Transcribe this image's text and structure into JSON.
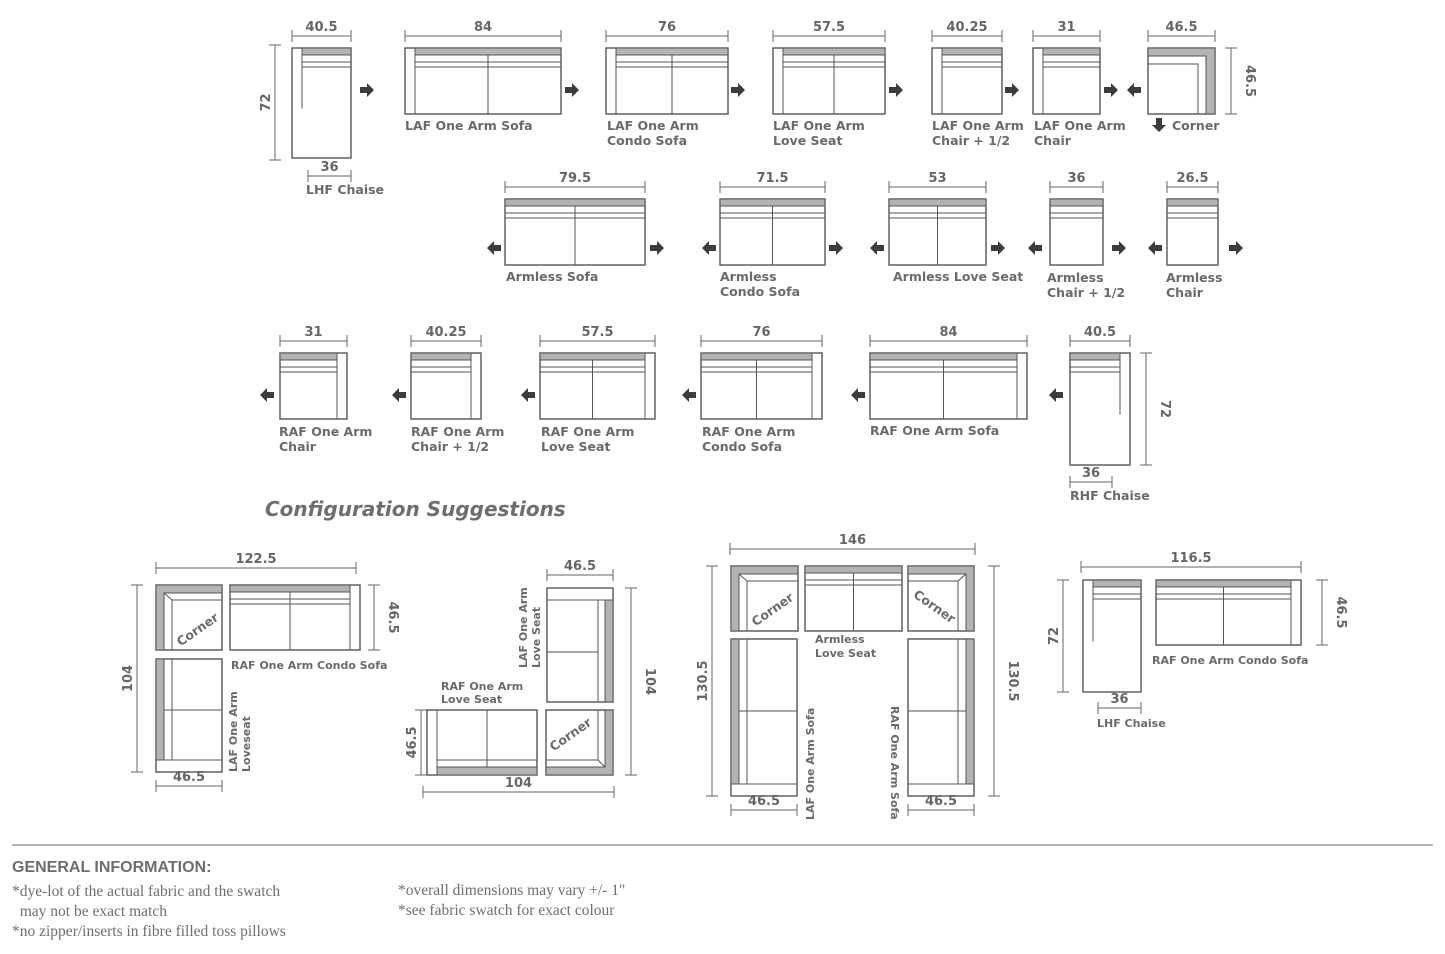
{
  "pieces_row1": [
    {
      "name": "LHF Chaise",
      "width": "40.5",
      "depth": "72",
      "arm": "36"
    },
    {
      "name": "LAF One Arm Sofa",
      "width": "84"
    },
    {
      "name": "LAF One Arm\nCondo Sofa",
      "width": "76"
    },
    {
      "name": "LAF One Arm\nLove Seat",
      "width": "57.5"
    },
    {
      "name": "LAF One Arm\nChair + 1/2",
      "width": "40.25"
    },
    {
      "name": "LAF One Arm\nChair",
      "width": "31"
    },
    {
      "name": "Corner",
      "width": "46.5",
      "depth": "46.5"
    }
  ],
  "pieces_row2": [
    {
      "name": "Armless Sofa",
      "width": "79.5"
    },
    {
      "name": "Armless\nCondo Sofa",
      "width": "71.5"
    },
    {
      "name": "Armless Love Seat",
      "width": "53"
    },
    {
      "name": "Armless\nChair + 1/2",
      "width": "36"
    },
    {
      "name": "Armless\nChair",
      "width": "26.5"
    }
  ],
  "pieces_row3": [
    {
      "name": "RAF One Arm\nChair",
      "width": "31"
    },
    {
      "name": "RAF One Arm\nChair + 1/2",
      "width": "40.25"
    },
    {
      "name": "RAF One Arm\nLove Seat",
      "width": "57.5"
    },
    {
      "name": "RAF One Arm\nCondo Sofa",
      "width": "76"
    },
    {
      "name": "RAF One Arm Sofa",
      "width": "84"
    },
    {
      "name": "RHF Chaise",
      "width": "40.5",
      "depth": "72",
      "arm": "36"
    }
  ],
  "configuration_title": "Configuration Suggestions",
  "config1": {
    "width": "122.5",
    "depth": "104",
    "side": "46.5",
    "bottom": "46.5",
    "corner": "Corner",
    "sofa": "RAF One Arm Condo Sofa",
    "loveseat": "LAF One Arm\nLoveseat"
  },
  "config2": {
    "top": "46.5",
    "right": "104",
    "left": "46.5",
    "bottom": "104",
    "corner": "Corner",
    "loveseat_v": "LAF One Arm\nLove Seat",
    "loveseat_h": "RAF One Arm\nLove Seat"
  },
  "config3": {
    "width": "146",
    "left": "130.5",
    "right": "130.5",
    "bl": "46.5",
    "br": "46.5",
    "corner_l": "Corner",
    "corner_r": "Corner",
    "loveseat": "Armless\nLove Seat",
    "sofa_l": "LAF One Arm Sofa",
    "sofa_r": "RAF One Arm Sofa"
  },
  "config4": {
    "width": "116.5",
    "depth": "72",
    "side": "46.5",
    "arm": "36",
    "sofa": "RAF One Arm Condo Sofa",
    "chaise": "LHF Chaise"
  },
  "general": {
    "heading": "GENERAL INFORMATION:",
    "line1": "*dye-lot of the actual fabric and the swatch",
    "line2": "  may not be exact match",
    "line3": "*no zipper/inserts in fibre filled toss pillows",
    "line4": "*overall dimensions may vary +/- 1\"",
    "line5": "*see fabric swatch for exact colour"
  }
}
